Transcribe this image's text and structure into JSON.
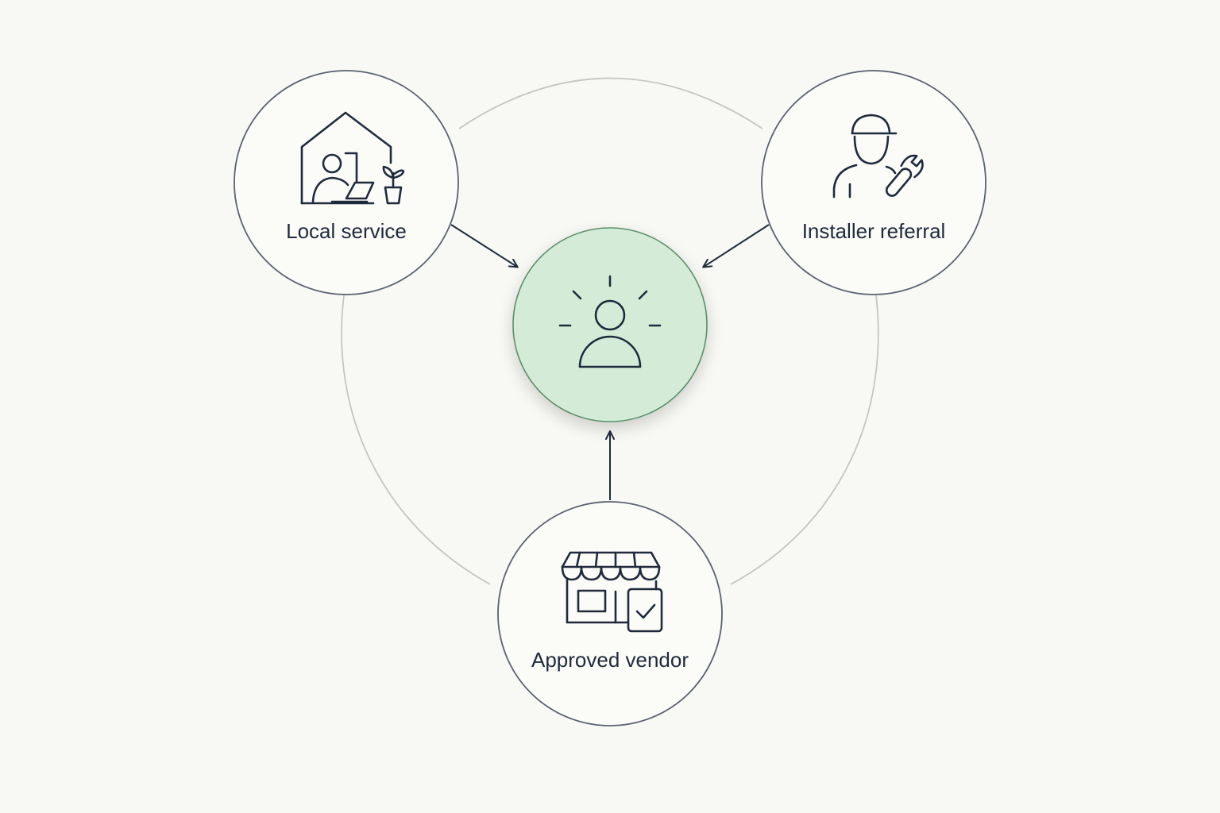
{
  "diagram": {
    "center": {
      "icon": "person-idea-icon",
      "fill_color": "#d4ecd7",
      "stroke_color": "#5c8f6a"
    },
    "nodes": [
      {
        "id": "local",
        "label": "Local service",
        "icon": "home-office-icon"
      },
      {
        "id": "installer",
        "label": "Installer referral",
        "icon": "installer-wrench-icon"
      },
      {
        "id": "vendor",
        "label": "Approved vendor",
        "icon": "storefront-check-icon"
      }
    ],
    "colors": {
      "background": "#f8f8f4",
      "node_stroke": "#5a6270",
      "ring": "#c4c6c4",
      "text": "#1f2b3d"
    }
  }
}
